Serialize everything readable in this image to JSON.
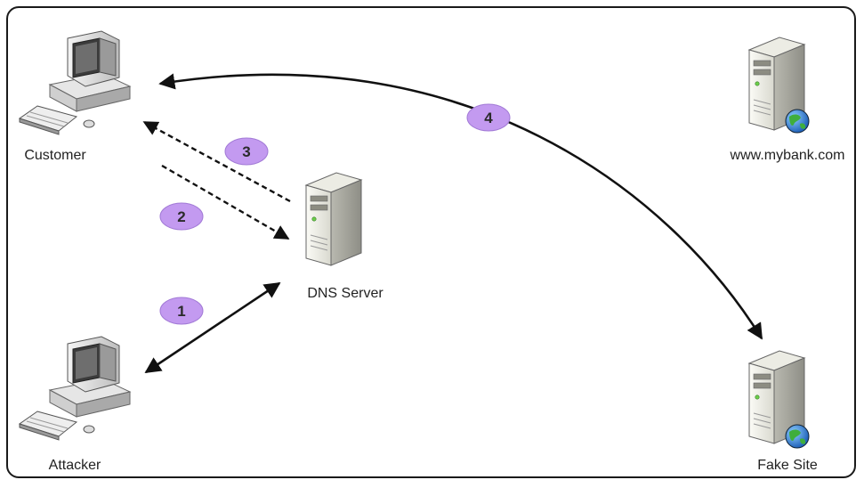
{
  "nodes": {
    "customer": {
      "label": "Customer"
    },
    "attacker": {
      "label": "Attacker"
    },
    "dns_server": {
      "label": "DNS Server"
    },
    "mybank": {
      "label": "www.mybank.com"
    },
    "fake_site": {
      "label": "Fake Site"
    }
  },
  "steps": [
    "1",
    "2",
    "3",
    "4"
  ],
  "colors": {
    "badge": "#c39af0",
    "arrow": "#111111",
    "globe": "#2f8f3a"
  }
}
